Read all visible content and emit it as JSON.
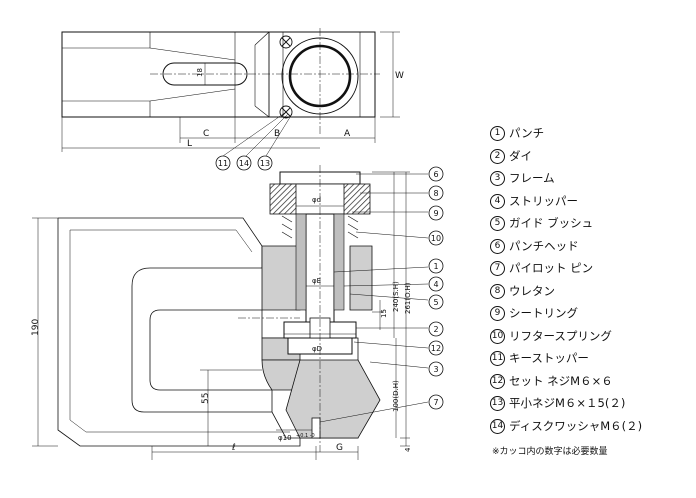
{
  "top_view": {
    "dim_labels": {
      "l": "L",
      "c": "C",
      "b": "B",
      "a": "A",
      "w": "W",
      "slot": "18"
    },
    "callouts": [
      "11",
      "14",
      "13"
    ]
  },
  "section_view": {
    "dim_labels": {
      "d_small": "φd",
      "d_e": "φE",
      "d_d": "φD",
      "d_10": "φ10",
      "d_10_tol": "+0.1 -0",
      "h190": "190",
      "h55": "55",
      "h15": "15",
      "h240": "240(S.H)",
      "h261": "261(O.H)",
      "h100": "100(D.H)",
      "h4": "4",
      "ell": "ℓ",
      "g": "G"
    },
    "callouts": [
      "6",
      "8",
      "9",
      "10",
      "1",
      "4",
      "5",
      "2",
      "12",
      "3",
      "7"
    ]
  },
  "legend": [
    {
      "num": "1",
      "label": "パンチ"
    },
    {
      "num": "2",
      "label": "ダイ"
    },
    {
      "num": "3",
      "label": "フレーム"
    },
    {
      "num": "4",
      "label": "ストリッパー"
    },
    {
      "num": "5",
      "label": "ガイド ブッシュ"
    },
    {
      "num": "6",
      "label": "パンチヘッド"
    },
    {
      "num": "7",
      "label": "パイロット ピン"
    },
    {
      "num": "8",
      "label": "ウレタン"
    },
    {
      "num": "9",
      "label": "シートリング"
    },
    {
      "num": "10",
      "label": "リフタースプリング"
    },
    {
      "num": "11",
      "label": "キーストッパー"
    },
    {
      "num": "12",
      "label": "セット ネジM６×６"
    },
    {
      "num": "13",
      "label": "平小ネジM６×１5(２)"
    },
    {
      "num": "14",
      "label": "ディスクワッシャM６(２)"
    }
  ],
  "note": "※カッコ内の数字は必要数量",
  "colors": {
    "hatch": "#9a9a9a",
    "line": "#111111",
    "fill_light": "#d4d4d4"
  }
}
